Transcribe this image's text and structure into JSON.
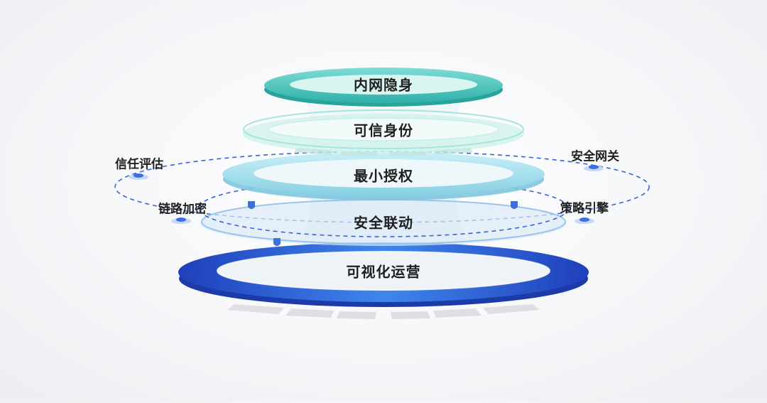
{
  "diagram": {
    "layers": [
      {
        "label": "内网隐身"
      },
      {
        "label": "可信身份"
      },
      {
        "label": "最小授权"
      },
      {
        "label": "安全联动"
      },
      {
        "label": "可视化运营"
      }
    ],
    "side_labels": [
      {
        "label": "信任评估"
      },
      {
        "label": "安全网关"
      },
      {
        "label": "链路加密"
      },
      {
        "label": "策略引擎"
      }
    ]
  },
  "colors": {
    "teal": "#4fc6c0",
    "teal_light": "#bfeee8",
    "aqua": "#8fd8e8",
    "blue_deep": "#2249c4",
    "blue_mid": "#3d7be6",
    "dash": "#3b63d6"
  }
}
